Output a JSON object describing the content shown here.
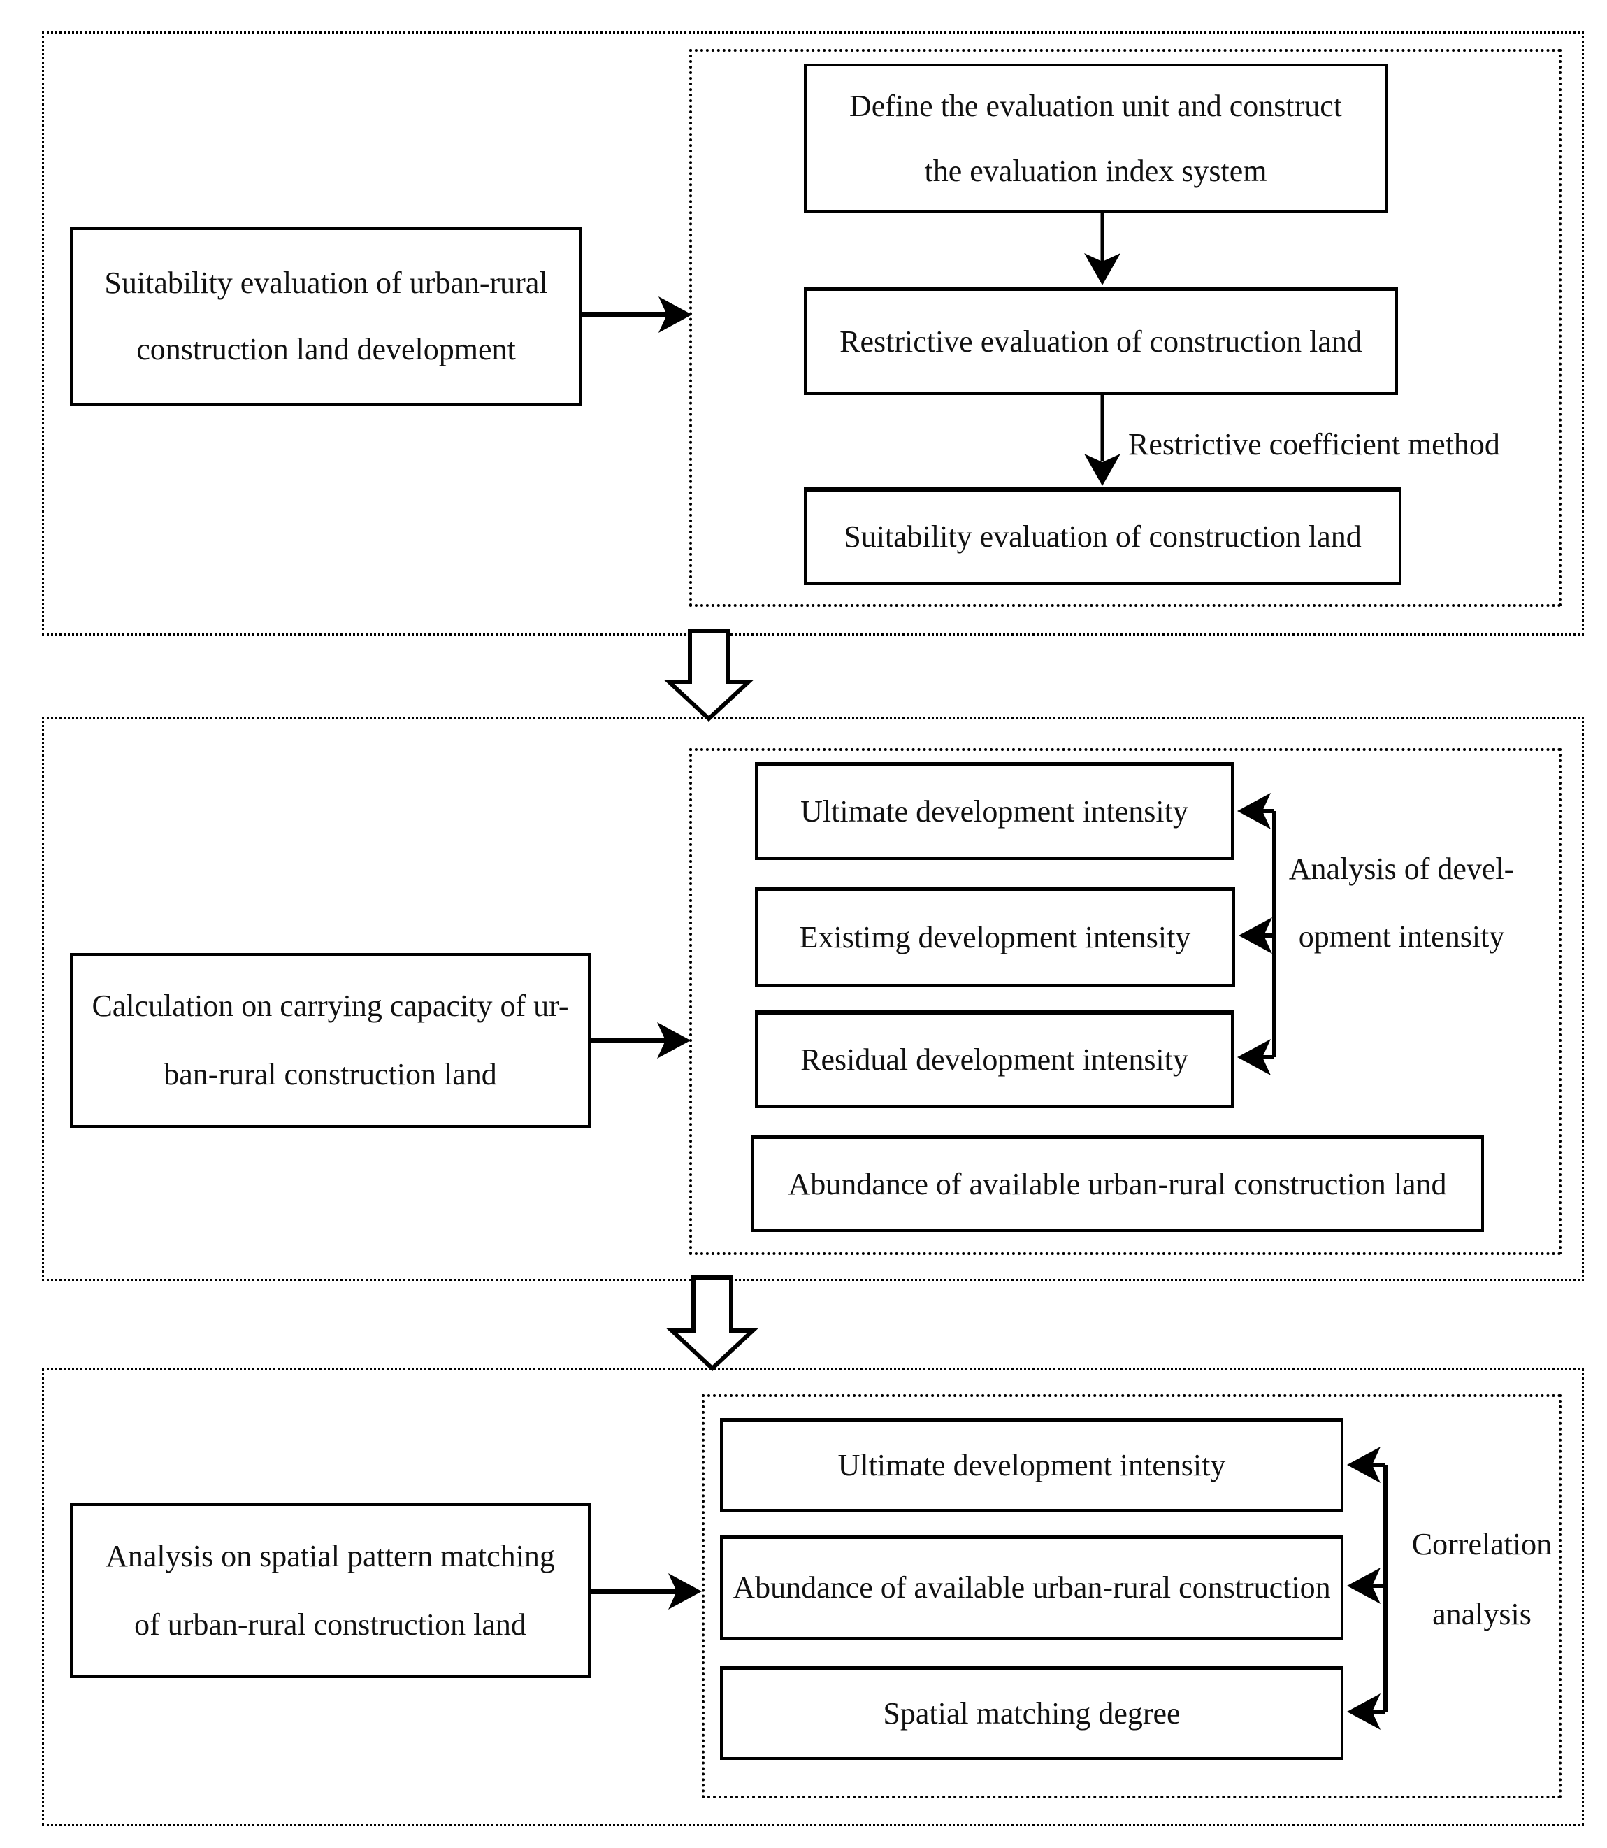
{
  "diagram": {
    "background_color": "#ffffff",
    "line_color": "#000000",
    "icons": {
      "flow_connector_1": "block-arrow-down",
      "flow_connector_2": "block-arrow-down"
    },
    "sections": [
      {
        "id": "suitability-evaluation",
        "left_box": {
          "lines": [
            "Suitability evaluation of urban-rural",
            "construction land development"
          ]
        },
        "steps": [
          {
            "lines": [
              "Define the evaluation unit and construct",
              "the evaluation index system"
            ]
          },
          {
            "lines": [
              "Restrictive evaluation of construction land"
            ]
          },
          {
            "lines": [
              "Suitability evaluation of construction land"
            ]
          }
        ],
        "arrow_label": "Restrictive coefficient method"
      },
      {
        "id": "carrying-capacity",
        "left_box": {
          "lines": [
            "Calculation on carrying capacity of ur-",
            "ban-rural construction land"
          ]
        },
        "items": [
          "Ultimate development intensity",
          "Existimg development intensity",
          "Residual development intensity",
          "Abundance of available urban-rural construction land"
        ],
        "bracket_label_lines": [
          "Analysis of devel-",
          "opment intensity"
        ]
      },
      {
        "id": "spatial-pattern-matching",
        "left_box": {
          "lines": [
            "Analysis on spatial pattern matching",
            "of urban-rural construction land"
          ]
        },
        "items": [
          "Ultimate development intensity",
          "Abundance of available urban-rural construction",
          "Spatial matching degree"
        ],
        "bracket_label_lines": [
          "Correlation",
          "analysis"
        ]
      }
    ]
  }
}
